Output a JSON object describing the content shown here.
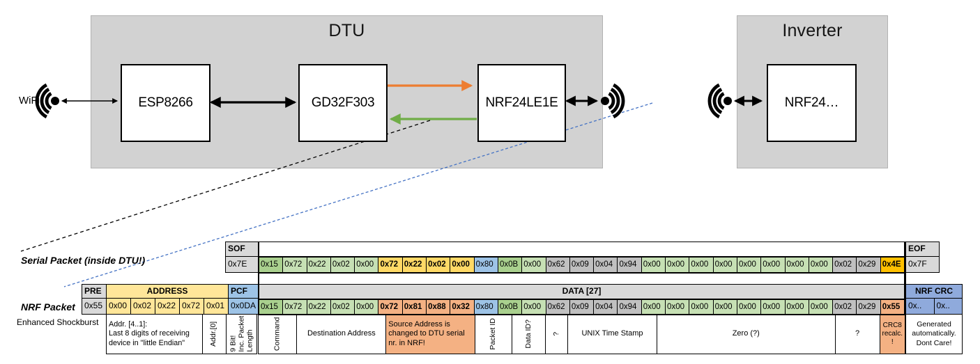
{
  "diagram": {
    "wifi_label": "WiFi",
    "dtu": {
      "title": "DTU",
      "esp": "ESP8266",
      "mcu": "GD32F303",
      "radio": "NRF24LE1E"
    },
    "inverter": {
      "title": "Inverter",
      "radio": "NRF24…"
    }
  },
  "colors": {
    "orange_arrow": "#ED7D31",
    "green_arrow": "#70AD47",
    "blue_dashed": "#4472C4",
    "green_mid": "#A9D08E",
    "green_light": "#C6E0B4",
    "gold": "#FFD966",
    "orange_crc": "#FFC000",
    "salmon": "#F4B183",
    "blue_light": "#9DC3E6",
    "blue_crc": "#8FAADC",
    "gray_byte": "#C0C0C0",
    "gray_header": "#D9D9D9",
    "yellow_address": "#FFE699"
  },
  "serial": {
    "label": "Serial Packet (inside DTU!)",
    "sof": {
      "header": "SOF",
      "value": "0x7E"
    },
    "eof": {
      "header": "EOF",
      "value": "0x7F"
    },
    "bytes": [
      {
        "v": "0x15",
        "c": "gmid"
      },
      {
        "v": "0x72",
        "c": "glight"
      },
      {
        "v": "0x22",
        "c": "glight"
      },
      {
        "v": "0x02",
        "c": "glight"
      },
      {
        "v": "0x00",
        "c": "glight"
      },
      {
        "v": "0x72",
        "c": "gold"
      },
      {
        "v": "0x22",
        "c": "gold"
      },
      {
        "v": "0x02",
        "c": "gold"
      },
      {
        "v": "0x00",
        "c": "gold"
      },
      {
        "v": "0x80",
        "c": "blue"
      },
      {
        "v": "0x0B",
        "c": "gmid"
      },
      {
        "v": "0x00",
        "c": "glight"
      },
      {
        "v": "0x62",
        "c": "gray"
      },
      {
        "v": "0x09",
        "c": "gray"
      },
      {
        "v": "0x04",
        "c": "gray"
      },
      {
        "v": "0x94",
        "c": "gray"
      },
      {
        "v": "0x00",
        "c": "glight"
      },
      {
        "v": "0x00",
        "c": "glight"
      },
      {
        "v": "0x00",
        "c": "glight"
      },
      {
        "v": "0x00",
        "c": "glight"
      },
      {
        "v": "0x00",
        "c": "glight"
      },
      {
        "v": "0x00",
        "c": "glight"
      },
      {
        "v": "0x00",
        "c": "glight"
      },
      {
        "v": "0x00",
        "c": "glight"
      },
      {
        "v": "0x02",
        "c": "gray"
      },
      {
        "v": "0x29",
        "c": "gray"
      },
      {
        "v": "0x4E",
        "c": "orange"
      }
    ]
  },
  "nrf": {
    "label": "NRF Packet",
    "sublabel": "Enhanced Shockburst",
    "pre": {
      "header": "PRE",
      "value": "0x55"
    },
    "address": {
      "header": "ADDRESS",
      "values": [
        "0x00",
        "0x02",
        "0x22",
        "0x72",
        "0x01"
      ]
    },
    "pcf": {
      "header": "PCF",
      "value": "0x0DA"
    },
    "data_header": "DATA [27]",
    "bytes": [
      {
        "v": "0x15",
        "c": "gmid"
      },
      {
        "v": "0x72",
        "c": "glight"
      },
      {
        "v": "0x22",
        "c": "glight"
      },
      {
        "v": "0x02",
        "c": "glight"
      },
      {
        "v": "0x00",
        "c": "glight"
      },
      {
        "v": "0x72",
        "c": "salmon"
      },
      {
        "v": "0x81",
        "c": "salmon"
      },
      {
        "v": "0x88",
        "c": "salmon"
      },
      {
        "v": "0x32",
        "c": "salmon"
      },
      {
        "v": "0x80",
        "c": "blue"
      },
      {
        "v": "0x0B",
        "c": "gmid"
      },
      {
        "v": "0x00",
        "c": "glight"
      },
      {
        "v": "0x62",
        "c": "gray"
      },
      {
        "v": "0x09",
        "c": "gray"
      },
      {
        "v": "0x04",
        "c": "gray"
      },
      {
        "v": "0x94",
        "c": "gray"
      },
      {
        "v": "0x00",
        "c": "glight"
      },
      {
        "v": "0x00",
        "c": "glight"
      },
      {
        "v": "0x00",
        "c": "glight"
      },
      {
        "v": "0x00",
        "c": "glight"
      },
      {
        "v": "0x00",
        "c": "glight"
      },
      {
        "v": "0x00",
        "c": "glight"
      },
      {
        "v": "0x00",
        "c": "glight"
      },
      {
        "v": "0x00",
        "c": "glight"
      },
      {
        "v": "0x02",
        "c": "gray"
      },
      {
        "v": "0x29",
        "c": "gray"
      },
      {
        "v": "0x55",
        "c": "salmon"
      }
    ],
    "crc": {
      "header": "NRF CRC",
      "values": [
        "0x..",
        "0x.."
      ]
    }
  },
  "annotations": {
    "left": [
      {
        "text": "Addr. [4..1]:\nLast 8 digits of receiving device in \"little Endian\"",
        "orient": "h",
        "align": "left",
        "w": 139
      },
      {
        "text": "Addr.[0]",
        "orient": "v",
        "w": 35
      },
      {
        "text": "9 Bit!\nInc. Packet\nLength",
        "orient": "v",
        "w": 45
      }
    ],
    "data": [
      {
        "text": "Command",
        "orient": "v",
        "span": 1
      },
      {
        "text": "Destination Address",
        "orient": "h",
        "span": 4
      },
      {
        "text": "Source Address is changed to DTU serial nr. in NRF!",
        "orient": "h",
        "span": 4,
        "bg": "salmon",
        "align": "left"
      },
      {
        "text": "Packet ID",
        "orient": "v",
        "span": 1
      },
      {
        "text": "Data ID?",
        "orient": "v",
        "span": 1
      },
      {
        "text": "?",
        "orient": "v",
        "span": 1
      },
      {
        "text": "UNIX Time Stamp",
        "orient": "h",
        "span": 4
      },
      {
        "text": "Zero (?)",
        "orient": "h",
        "span": 8
      },
      {
        "text": "?",
        "orient": "h",
        "span": 2
      },
      {
        "text": "CRC8 recalc. !",
        "orient": "h",
        "span": 1,
        "bg": "salmon"
      }
    ],
    "crc": {
      "text": "Generated automatically. Dont Care!"
    }
  }
}
